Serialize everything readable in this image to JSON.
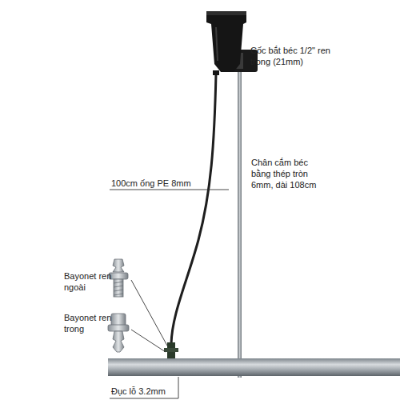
{
  "diagram": {
    "labels": [
      "Cốc bắt béc 1/2\" ren trong (21mm)",
      "100cm ống PE 8mm",
      "Chân cắm béc bằng thép tròn 6mm, dài 108cm",
      "Bayonet ren ngoài",
      "Bayonet ren trong",
      "Đục lỗ 3.2mm"
    ]
  }
}
